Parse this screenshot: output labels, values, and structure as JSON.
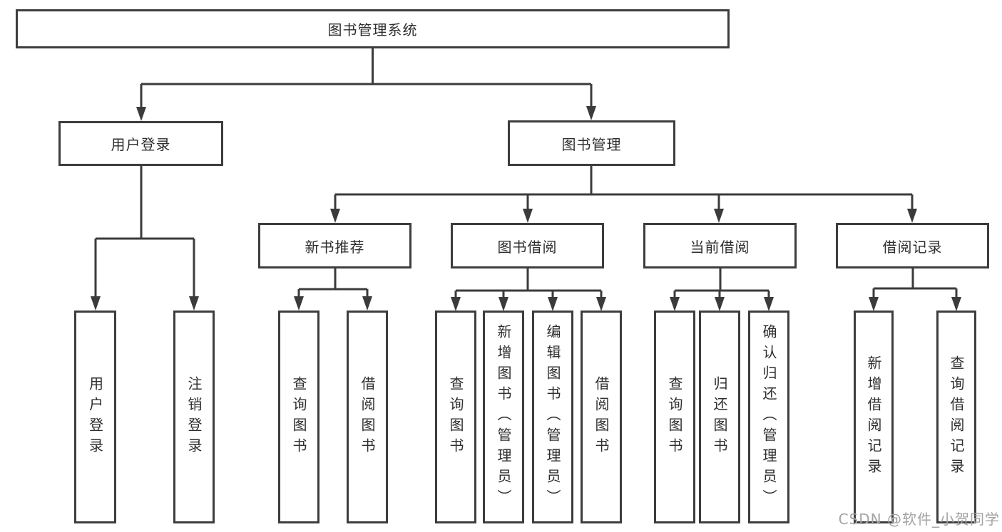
{
  "tree": {
    "label": "图书管理系统",
    "children": [
      {
        "label": "用户登录",
        "children": [
          {
            "label": "用户登录"
          },
          {
            "label": "注销登录"
          }
        ]
      },
      {
        "label": "图书管理",
        "children": [
          {
            "label": "新书推荐",
            "children": [
              {
                "label": "查询图书"
              },
              {
                "label": "借阅图书"
              }
            ]
          },
          {
            "label": "图书借阅",
            "children": [
              {
                "label": "查询图书"
              },
              {
                "label": "新增图书（管理员）"
              },
              {
                "label": "编辑图书（管理员）"
              },
              {
                "label": "借阅图书"
              }
            ]
          },
          {
            "label": "当前借阅",
            "children": [
              {
                "label": "查询图书"
              },
              {
                "label": "归还图书"
              },
              {
                "label": "确认归还（管理员）"
              }
            ]
          },
          {
            "label": "借阅记录",
            "children": [
              {
                "label": "新增借阅记录"
              },
              {
                "label": "查询借阅记录"
              }
            ]
          }
        ]
      }
    ]
  },
  "watermark": {
    "text": "CSDN @软件_小贺同学"
  },
  "colors": {
    "line": "#3b3b3b",
    "box_border": "#3d3d3d",
    "text": "#2e2e2e",
    "watermark": "#a3a3a3",
    "background": "#ffffff"
  }
}
